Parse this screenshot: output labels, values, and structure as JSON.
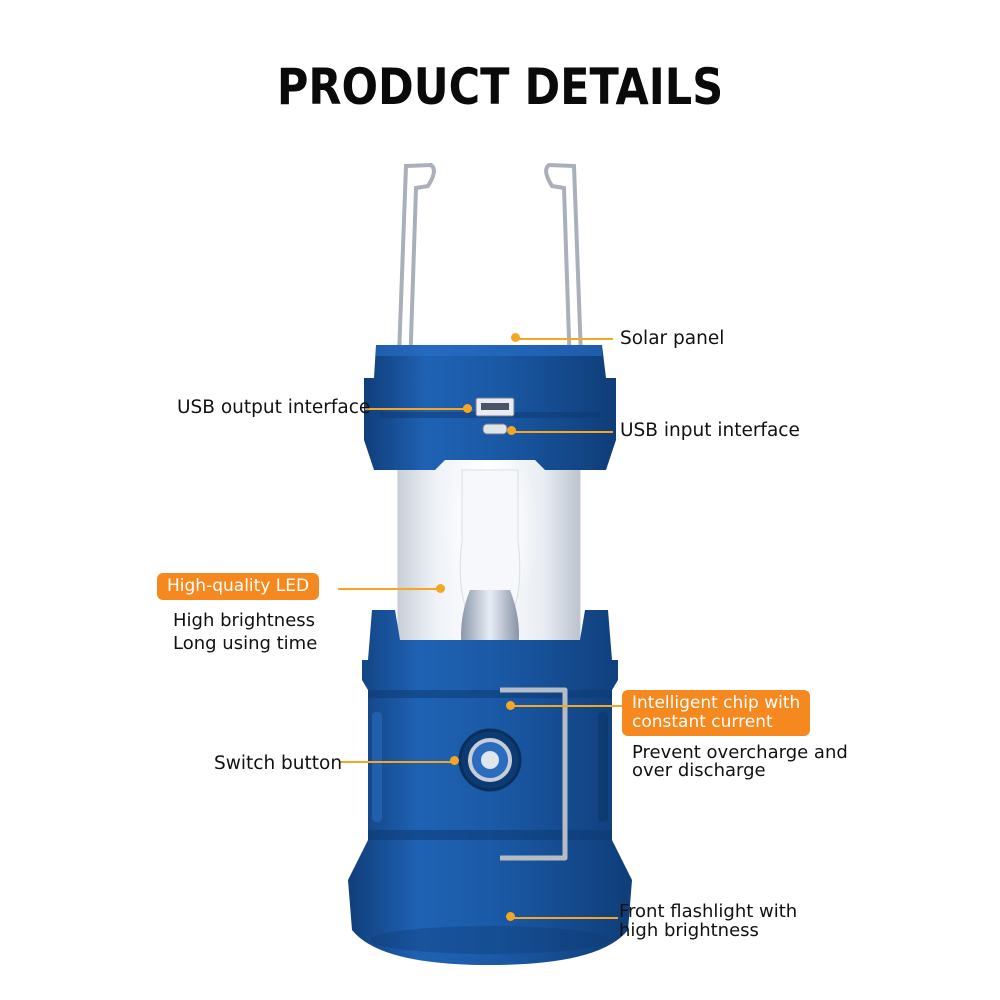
{
  "title": "PRODUCT DETAILS",
  "colors": {
    "accent": "#f5891f",
    "lantern_blue": "#1b5aa6",
    "leader_line": "#f5a623"
  },
  "callouts": {
    "solar_panel": "Solar panel",
    "usb_output": "USB output interface",
    "usb_input": "USB input interface",
    "led": {
      "title": "High-quality LED",
      "line1": "High brightness",
      "line2": "Long using time"
    },
    "chip": {
      "title_line1": "Intelligent chip with",
      "title_line2": "constant current",
      "line1": "Prevent overcharge and",
      "line2": "over discharge"
    },
    "switch": "Switch button",
    "flashlight": {
      "line1": "Front flashlight with",
      "line2": "high brightness"
    }
  }
}
